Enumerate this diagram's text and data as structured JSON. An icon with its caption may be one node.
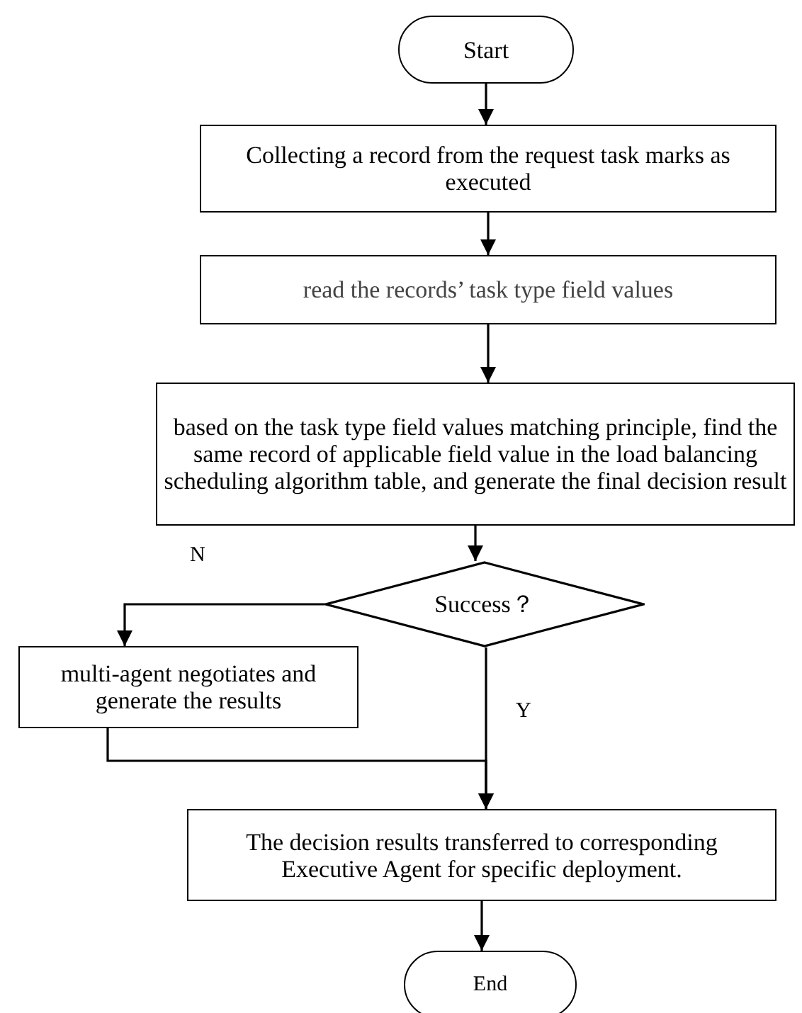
{
  "diagram": {
    "nodes": [
      {
        "text": [
          "Start"
        ]
      },
      {
        "text": [
          "Collecting a record from the request task marks as executed"
        ]
      },
      {
        "text": [
          "read the records’ task type field values"
        ]
      },
      {
        "text": [
          "based on the task type field values matching principle, find the same record of applicable field value in the load balancing scheduling algorithm table, and generate the final decision result"
        ]
      },
      {
        "text": [
          "Success？"
        ]
      },
      {
        "text": [
          "multi-agent negotiates and generate the results"
        ]
      },
      {
        "text": [
          "The decision results transferred to corresponding Executive Agent for specific deployment."
        ]
      },
      {
        "text": [
          "End"
        ]
      }
    ],
    "edges": [
      {
        "from": 0,
        "to": 1,
        "arrow": "to"
      },
      {
        "from": 1,
        "to": 2,
        "arrow": "to"
      },
      {
        "from": 2,
        "to": 3,
        "arrow": "to"
      },
      {
        "from": 3,
        "to": 4,
        "arrow": "to"
      },
      {
        "from": 4,
        "to": 5,
        "arrow": "to",
        "label": "N"
      },
      {
        "from": 4,
        "to": 6,
        "arrow": "to",
        "label": "Y"
      },
      {
        "from": 5,
        "to": 6,
        "arrow": "to"
      },
      {
        "from": 6,
        "to": 7,
        "arrow": "to"
      }
    ]
  }
}
